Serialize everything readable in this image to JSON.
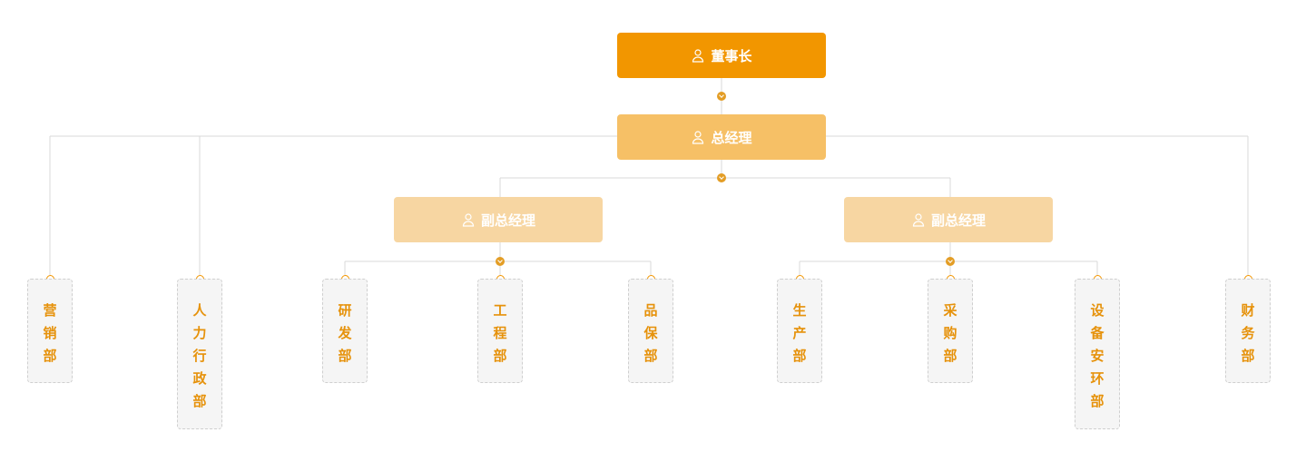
{
  "nodes": {
    "chairman": "董事长",
    "general_manager": "总经理",
    "deputy_gm_1": "副总经理",
    "deputy_gm_2": "副总经理"
  },
  "departments": {
    "marketing": [
      "营",
      "销",
      "部"
    ],
    "hr_admin": [
      "人",
      "力",
      "行",
      "政",
      "部"
    ],
    "rnd": [
      "研",
      "发",
      "部"
    ],
    "engineering": [
      "工",
      "程",
      "部"
    ],
    "quality": [
      "品",
      "保",
      "部"
    ],
    "production": [
      "生",
      "产",
      "部"
    ],
    "procurement": [
      "采",
      "购",
      "部"
    ],
    "equipment_safety_env": [
      "设",
      "备",
      "安",
      "环",
      "部"
    ],
    "finance": [
      "财",
      "务",
      "部"
    ]
  },
  "colors": {
    "chairman": "#f29600",
    "general_manager": "#f6c066",
    "deputy": "#f7d6a2",
    "dept_text": "#e6920b",
    "connector": "#d9d9d9"
  },
  "icons": {
    "person": "person-icon"
  }
}
